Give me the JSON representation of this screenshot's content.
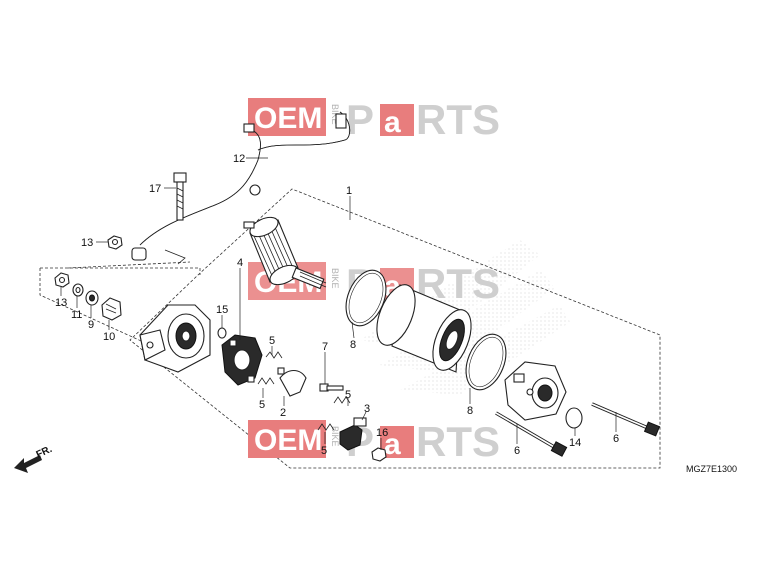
{
  "diagram": {
    "code": "MGZ7E1300",
    "direction_label": "FR.",
    "watermark": {
      "oem": "OEM",
      "bike": "BIKE",
      "p": "P",
      "a": "a",
      "rts": "RTS"
    },
    "callouts": {
      "c1": "1",
      "c2": "2",
      "c3": "3",
      "c4": "4",
      "c5a": "5",
      "c5b": "5",
      "c5c": "5",
      "c5d": "5",
      "c6a": "6",
      "c6b": "6",
      "c7": "7",
      "c8a": "8",
      "c8b": "8",
      "c9": "9",
      "c10": "10",
      "c11": "11",
      "c12": "12",
      "c13a": "13",
      "c13b": "13",
      "c14": "14",
      "c15": "15",
      "c16": "16",
      "c17": "17"
    }
  }
}
